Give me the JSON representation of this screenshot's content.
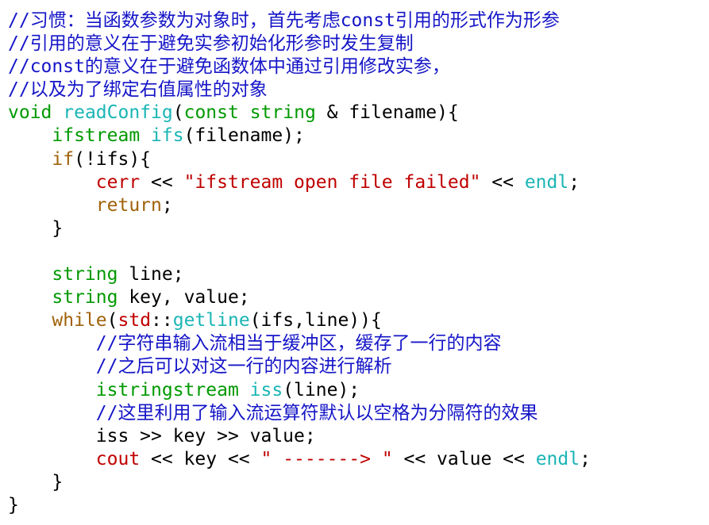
{
  "colors": {
    "comment": "#1515c8",
    "keyword": "#009900",
    "function": "#1ab5b5",
    "control": "#a0620a",
    "string": "#c00000",
    "plain": "#000000"
  },
  "code_lines": [
    [
      {
        "t": "comment",
        "text": "//习惯：当函数参数为对象时，首先考虑const引用的形式作为形参"
      }
    ],
    [
      {
        "t": "comment",
        "text": "//引用的意义在于避免实参初始化形参时发生复制"
      }
    ],
    [
      {
        "t": "comment",
        "text": "//const的意义在于避免函数体中通过引用修改实参，"
      }
    ],
    [
      {
        "t": "comment",
        "text": "//以及为了绑定右值属性的对象"
      }
    ],
    [
      {
        "t": "keyword",
        "text": "void"
      },
      {
        "t": "plain",
        "text": " "
      },
      {
        "t": "function",
        "text": "readConfig"
      },
      {
        "t": "plain",
        "text": "("
      },
      {
        "t": "keyword",
        "text": "const"
      },
      {
        "t": "plain",
        "text": " "
      },
      {
        "t": "keyword",
        "text": "string"
      },
      {
        "t": "plain",
        "text": " & filename){"
      }
    ],
    [
      {
        "t": "plain",
        "text": "    "
      },
      {
        "t": "keyword",
        "text": "ifstream"
      },
      {
        "t": "plain",
        "text": " "
      },
      {
        "t": "function",
        "text": "ifs"
      },
      {
        "t": "plain",
        "text": "(filename);"
      }
    ],
    [
      {
        "t": "plain",
        "text": "    "
      },
      {
        "t": "control",
        "text": "if"
      },
      {
        "t": "plain",
        "text": "(!ifs){"
      }
    ],
    [
      {
        "t": "plain",
        "text": "        "
      },
      {
        "t": "string",
        "text": "cerr"
      },
      {
        "t": "plain",
        "text": " << "
      },
      {
        "t": "string",
        "text": "\"ifstream open file failed\""
      },
      {
        "t": "plain",
        "text": " << "
      },
      {
        "t": "function",
        "text": "endl"
      },
      {
        "t": "plain",
        "text": ";"
      }
    ],
    [
      {
        "t": "plain",
        "text": "        "
      },
      {
        "t": "control",
        "text": "return"
      },
      {
        "t": "plain",
        "text": ";"
      }
    ],
    [
      {
        "t": "plain",
        "text": "    }"
      }
    ],
    [
      {
        "t": "plain",
        "text": ""
      }
    ],
    [
      {
        "t": "plain",
        "text": "    "
      },
      {
        "t": "keyword",
        "text": "string"
      },
      {
        "t": "plain",
        "text": " line;"
      }
    ],
    [
      {
        "t": "plain",
        "text": "    "
      },
      {
        "t": "keyword",
        "text": "string"
      },
      {
        "t": "plain",
        "text": " key, value;"
      }
    ],
    [
      {
        "t": "plain",
        "text": "    "
      },
      {
        "t": "control",
        "text": "while"
      },
      {
        "t": "plain",
        "text": "("
      },
      {
        "t": "string",
        "text": "std"
      },
      {
        "t": "plain",
        "text": "::"
      },
      {
        "t": "function",
        "text": "getline"
      },
      {
        "t": "plain",
        "text": "(ifs,line)){"
      }
    ],
    [
      {
        "t": "plain",
        "text": "        "
      },
      {
        "t": "comment",
        "text": "//字符串输入流相当于缓冲区，缓存了一行的内容"
      }
    ],
    [
      {
        "t": "plain",
        "text": "        "
      },
      {
        "t": "comment",
        "text": "//之后可以对这一行的内容进行解析"
      }
    ],
    [
      {
        "t": "plain",
        "text": "        "
      },
      {
        "t": "keyword",
        "text": "istringstream"
      },
      {
        "t": "plain",
        "text": " "
      },
      {
        "t": "function",
        "text": "iss"
      },
      {
        "t": "plain",
        "text": "(line);"
      }
    ],
    [
      {
        "t": "plain",
        "text": "        "
      },
      {
        "t": "comment",
        "text": "//这里利用了输入流运算符默认以空格为分隔符的效果"
      }
    ],
    [
      {
        "t": "plain",
        "text": "        iss >> key >> value;"
      }
    ],
    [
      {
        "t": "plain",
        "text": "        "
      },
      {
        "t": "string",
        "text": "cout"
      },
      {
        "t": "plain",
        "text": " << key << "
      },
      {
        "t": "string",
        "text": "\" -------> \""
      },
      {
        "t": "plain",
        "text": " << value << "
      },
      {
        "t": "function",
        "text": "endl"
      },
      {
        "t": "plain",
        "text": ";"
      }
    ],
    [
      {
        "t": "plain",
        "text": "    }"
      }
    ],
    [
      {
        "t": "plain",
        "text": "}"
      }
    ]
  ]
}
